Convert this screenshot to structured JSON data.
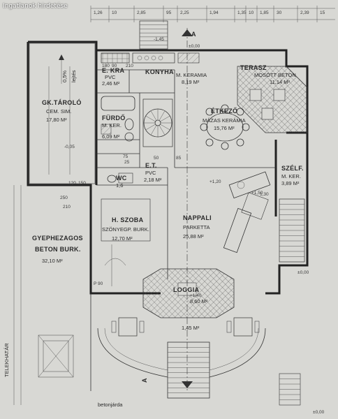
{
  "watermark": "Ingatlanok hirdetése",
  "top_dimensions": [
    "1,26",
    "10",
    "2,85",
    "95",
    "2,25",
    "1,94",
    "1,35",
    "10",
    "1,85",
    "30",
    "2,39",
    "15"
  ],
  "rooms": {
    "garage": {
      "name": "GK.TÁROLÓ",
      "line2": "CEM. SIM.",
      "area": "17,80 M²"
    },
    "ramp": {
      "text": "0,5%",
      "slope": "lejtés"
    },
    "kamra": {
      "name": "E. KRA",
      "pvc": "PVC",
      "area": "2,46 M²"
    },
    "kitchen": {
      "name": "KONYHA",
      "floor": "M. KERAMIA",
      "area": "8,19 M²"
    },
    "terrace": {
      "name": "TERASZ",
      "floor": "MOSÓTT BETON",
      "area": "11,14 M²"
    },
    "bathroom": {
      "name": "FÜRDŐ",
      "floor": "M. KER.",
      "area": "6,09 M²"
    },
    "dining": {
      "name": "ÉTKEZŐ",
      "floor": "MÁZAS KERÁMIA",
      "area": "15,76 M²"
    },
    "wc": {
      "name": "WC",
      "area": "1,6"
    },
    "hall": {
      "name": "E.T.",
      "floor": "PVC",
      "area": "2,18 M²"
    },
    "storage": {
      "name": "SZÉLF.",
      "floor": "M. KER.",
      "area": "3,89 M²"
    },
    "bedroom": {
      "name": "H. SZOBA",
      "floor": "SZÖNYEGP. BURK.",
      "area": "12,70 M²"
    },
    "living": {
      "name": "NAPPALI",
      "floor": "PARKETTA",
      "area": "25,88 M²"
    },
    "loggia": {
      "name": "LOGGIA",
      "area": "8,60 M²"
    },
    "lawn": {
      "name": "GYEPHEZAGOS",
      "line2": "BETON BURK.",
      "area": "32,10 M²"
    },
    "front": {
      "area": "1,45 M²"
    }
  },
  "labels": {
    "section_a": "A",
    "plot_boundary": "TELEKHATÁR",
    "sidewalk": "betonjárda",
    "level_zero": "±0,00",
    "level_entry": "-0,05",
    "level_120": "+1,20",
    "level_140": "+1,40",
    "level_150": "+1,50",
    "level_145": "-1,45",
    "level_neg": "-0,05"
  },
  "small_dims": [
    "90",
    "210",
    "180",
    "75",
    "25",
    "50",
    "120",
    "150",
    "P 90",
    "250",
    "210",
    "85",
    "1,30"
  ]
}
